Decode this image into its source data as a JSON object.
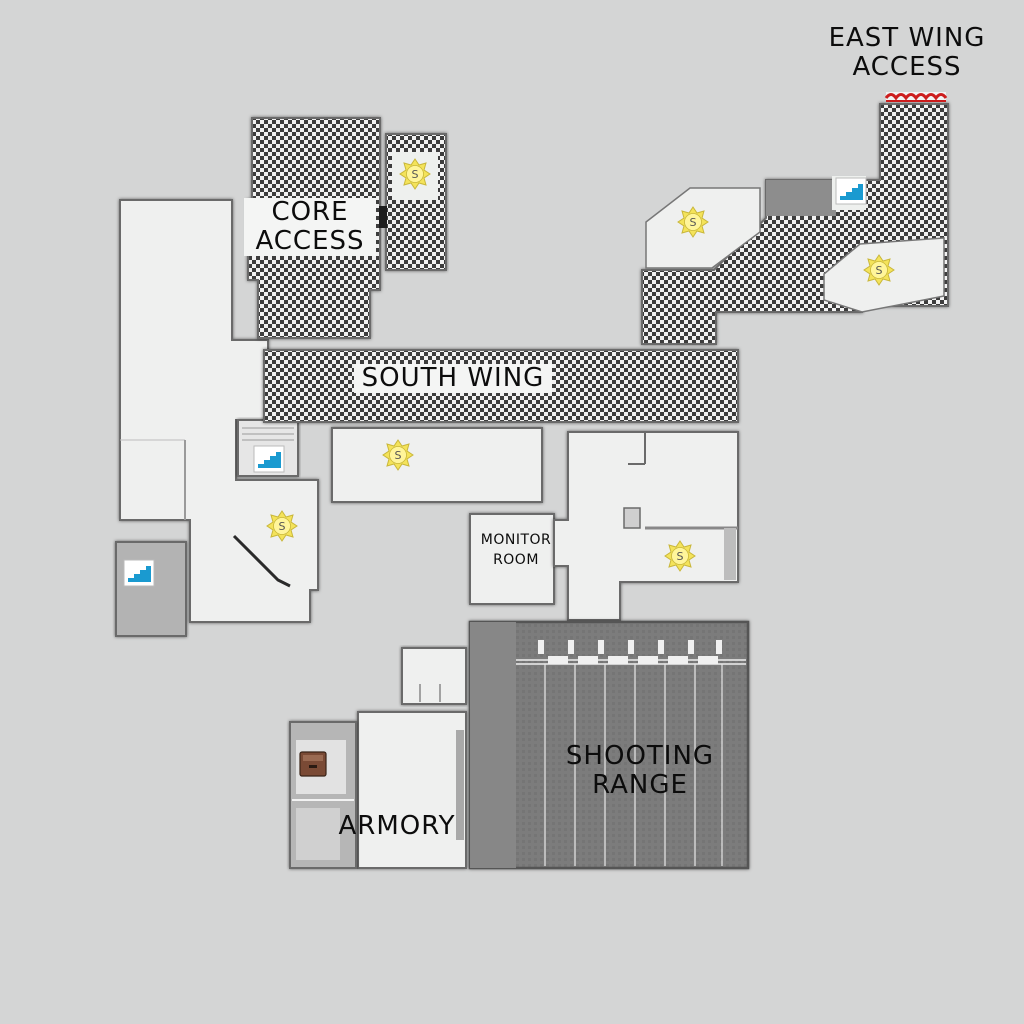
{
  "map_labels": {
    "east_wing_access": [
      "EAST WING",
      "ACCESS"
    ],
    "core_access": [
      "CORE",
      "ACCESS"
    ],
    "south_wing": "SOUTH WING",
    "monitor_room": [
      "MONITOR",
      "ROOM"
    ],
    "shooting_range": [
      "SHOOTING",
      "RANGE"
    ],
    "armory": "ARMORY"
  },
  "icons": {
    "spawn_marker": {
      "name": "spawn-sun-icon",
      "glyph": "S",
      "color": "#f4e35a"
    },
    "stairs": {
      "name": "stairs-icon",
      "color": "#1a9ad0"
    },
    "crate": {
      "name": "crate-icon",
      "color": "#7a4a35"
    },
    "barrier": {
      "name": "barrier-icon",
      "color": "#cc1d1d"
    }
  },
  "colors": {
    "background": "#d4d5d5",
    "floor_light": "#eff0ef",
    "checker_dark": "#3a3a3a",
    "floor_dark": "#7b7b7b",
    "wall": "#555555",
    "label_text": "#0c0c0c"
  }
}
